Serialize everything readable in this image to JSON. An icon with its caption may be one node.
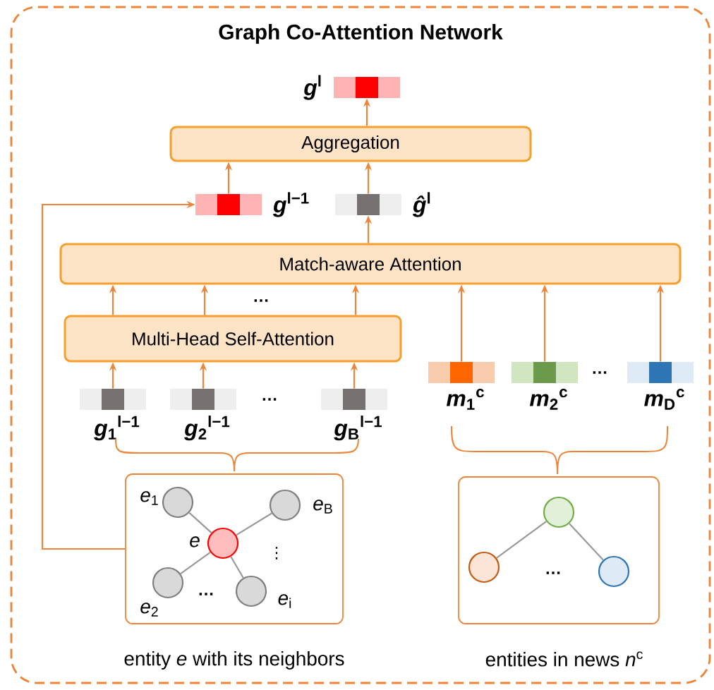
{
  "diagram": {
    "nodes": [
      {
        "text": [
          "Graph Co-Attention Network"
        ]
      },
      {
        "text": [],
        "shape": "bar",
        "beside": [
          "*g*$^{l}$"
        ],
        "in": 0
      },
      {
        "text": [
          "Aggregation"
        ],
        "in": 0
      },
      {
        "text": [],
        "shape": "bar",
        "beside": [
          "*g*$^{l−1}$"
        ],
        "in": 0
      },
      {
        "text": [],
        "shape": "bar",
        "beside": [
          "*ĝ*$^{l}$"
        ],
        "in": 0
      },
      {
        "text": [
          "Match-aware Attention"
        ],
        "in": 0
      },
      {
        "text": [
          "Multi-Head Self-Attention"
        ],
        "in": 0
      },
      {
        "text": [],
        "shape": "bar",
        "beside": [
          "*g*$_{1}$$^{l−1}$"
        ],
        "in": 0
      },
      {
        "text": [],
        "shape": "bar",
        "beside": [
          "*g*$_{2}$$^{l−1}$"
        ],
        "in": 0
      },
      {
        "text": [],
        "shape": "bar",
        "beside": [
          "*g*$_{B}$$^{l−1}$"
        ],
        "in": 0
      },
      {
        "text": [],
        "shape": "bar",
        "beside": [
          "*m*$_{1}$$^{c}$"
        ],
        "in": 0
      },
      {
        "text": [],
        "shape": "bar",
        "beside": [
          "*m*$_{2}$$^{c}$"
        ],
        "in": 0
      },
      {
        "text": [],
        "shape": "bar",
        "beside": [
          "*m*$_{D}$$^{c}$"
        ],
        "in": 0
      },
      {
        "text": [],
        "shape": "box",
        "beside": [
          "entity *e* with its neighbors"
        ],
        "in": 0
      },
      {
        "text": [],
        "shape": "box",
        "beside": [
          "entities in news *n*$^{c}$"
        ],
        "in": 0
      },
      {
        "text": [],
        "shape": "circle",
        "beside": [
          "*e*"
        ],
        "in": 13
      },
      {
        "text": [],
        "shape": "circle",
        "beside": [
          "*e*$_{1}$"
        ],
        "in": 13
      },
      {
        "text": [],
        "shape": "circle",
        "beside": [
          "*e*$_{B}$"
        ],
        "in": 13
      },
      {
        "text": [],
        "shape": "circle",
        "beside": [
          "*e*$_{2}$"
        ],
        "in": 13
      },
      {
        "text": [],
        "shape": "circle",
        "beside": [
          "*e*$_{i}$"
        ],
        "in": 13
      },
      {
        "text": [],
        "shape": "circle",
        "in": 14
      },
      {
        "text": [],
        "shape": "circle",
        "in": 14
      },
      {
        "text": [],
        "shape": "circle",
        "in": 14
      }
    ],
    "edges": [
      {
        "from": 2,
        "to": 1,
        "arrow": "to"
      },
      {
        "from": 3,
        "to": 2,
        "arrow": "to"
      },
      {
        "from": 4,
        "to": 2,
        "arrow": "to"
      },
      {
        "from": 5,
        "to": 4,
        "arrow": "to"
      },
      {
        "from": 6,
        "to": 5,
        "arrow": "to"
      },
      {
        "from": 6,
        "to": 5,
        "arrow": "to"
      },
      {
        "from": 6,
        "to": 5,
        "arrow": "to"
      },
      {
        "from": 7,
        "to": 6,
        "arrow": "to"
      },
      {
        "from": 8,
        "to": 6,
        "arrow": "to"
      },
      {
        "from": 9,
        "to": 6,
        "arrow": "to"
      },
      {
        "from": 10,
        "to": 5,
        "arrow": "to"
      },
      {
        "from": 11,
        "to": 5,
        "arrow": "to"
      },
      {
        "from": 12,
        "to": 5,
        "arrow": "to"
      },
      {
        "from": 13,
        "to": 3,
        "arrow": "to"
      },
      {
        "from": 15,
        "to": 16,
        "arrow": "none",
        "color": "#999999"
      },
      {
        "from": 15,
        "to": 17,
        "arrow": "none",
        "color": "#999999"
      },
      {
        "from": 15,
        "to": 18,
        "arrow": "none",
        "color": "#999999"
      },
      {
        "from": 15,
        "to": 19,
        "arrow": "none",
        "color": "#999999"
      },
      {
        "from": 20,
        "to": 21,
        "arrow": "none",
        "color": "#999999"
      },
      {
        "from": 20,
        "to": 22,
        "arrow": "none",
        "color": "#999999"
      }
    ],
    "labels": [
      "…",
      "…",
      "…",
      "⋮",
      "…",
      "…"
    ]
  }
}
